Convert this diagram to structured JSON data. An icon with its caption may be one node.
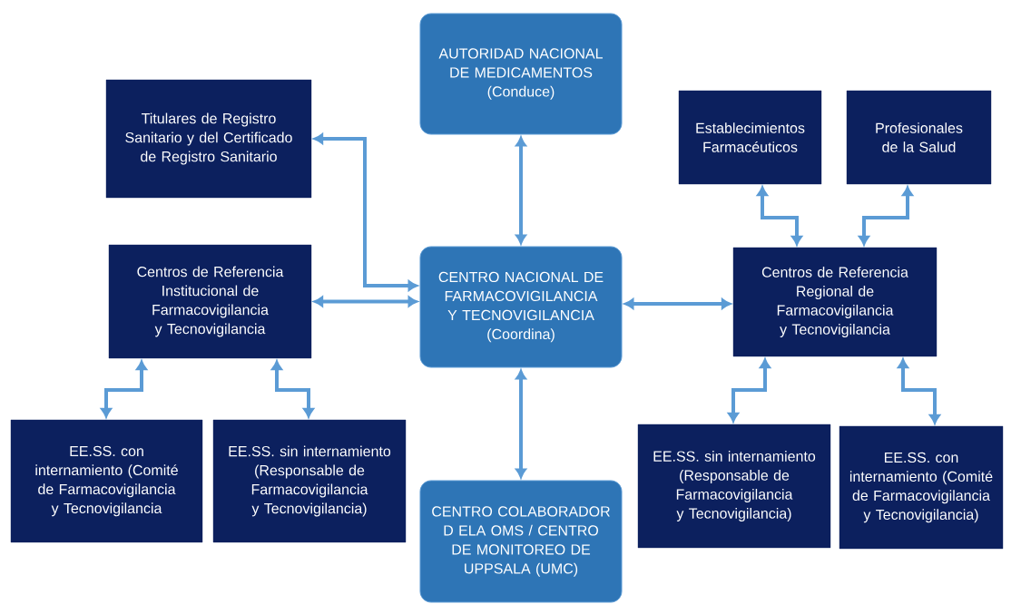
{
  "diagram": {
    "nodes": [
      {
        "text": [
          "AUTORIDAD NACIONAL DE MEDICAMENTOS",
          "(Conduce)"
        ]
      },
      {
        "text": [
          "Titulares de Registro Sanitario y del Certificado de Registro Sanitario"
        ]
      },
      {
        "text": [
          "Establecimientos Farmacéuticos"
        ]
      },
      {
        "text": [
          "Profesionales de la Salud"
        ]
      },
      {
        "text": [
          "Centros de Referencia Institucional de Farmacovigilancia y Tecnovigilancia"
        ]
      },
      {
        "text": [
          "CENTRO NACIONAL DE FARMACOVIGILANCIA Y TECNOVIGILANCIA",
          "(Coordina)"
        ]
      },
      {
        "text": [
          "Centros de Referencia Regional de Farmacovigilancia y Tecnovigilancia"
        ]
      },
      {
        "text": [
          "EE.SS. con internamiento (Comité de Farmacovigilancia y Tecnovigilancia"
        ]
      },
      {
        "text": [
          "EE.SS. sin internamiento (Responsable de Farmacovigilancia y Tecnovigilancia)"
        ]
      },
      {
        "text": [
          "CENTRO COLABORADOR D ELA OMS / CENTRO DE MONITOREO DE UPPSALA (UMC)"
        ]
      },
      {
        "text": [
          "EE.SS. sin internamiento (Responsable de Farmacovigilancia y Tecnovigilancia)"
        ]
      },
      {
        "text": [
          "EE.SS. con internamiento (Comité de Farmacovigilancia y Tecnovigilancia)"
        ]
      }
    ],
    "edges": [
      {
        "from": 0,
        "to": 5,
        "arrow": "both"
      },
      {
        "from": 1,
        "to": 5,
        "arrow": "both"
      },
      {
        "from": 4,
        "to": 5,
        "arrow": "both"
      },
      {
        "from": 5,
        "to": 6,
        "arrow": "both"
      },
      {
        "from": 5,
        "to": 9,
        "arrow": "both"
      },
      {
        "from": 2,
        "to": 6,
        "arrow": "both"
      },
      {
        "from": 3,
        "to": 6,
        "arrow": "both"
      },
      {
        "from": 4,
        "to": 7,
        "arrow": "both"
      },
      {
        "from": 4,
        "to": 8,
        "arrow": "both"
      },
      {
        "from": 6,
        "to": 10,
        "arrow": "both"
      },
      {
        "from": 6,
        "to": 11,
        "arrow": "both"
      }
    ]
  }
}
